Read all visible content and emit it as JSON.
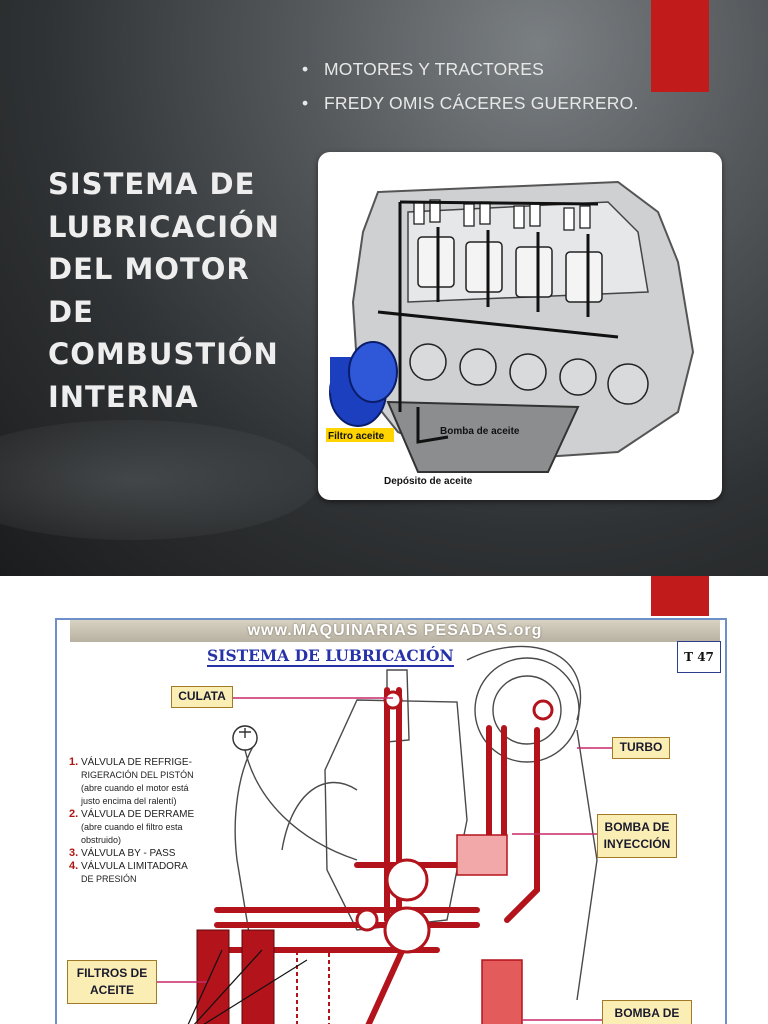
{
  "slide1": {
    "bullets": [
      "MOTORES Y TRACTORES",
      "FREDY OMIS CÁCERES GUERRERO."
    ],
    "title_lines": [
      "SISTEMA DE",
      "LUBRICACIÓN",
      "DEL MOTOR",
      "DE",
      "COMBUSTIÓN",
      "INTERNA"
    ],
    "diagram_labels": {
      "filter": "Filtro aceite",
      "pump": "Bomba de aceite",
      "tank": "Depósito de aceite"
    }
  },
  "slide2": {
    "banner": "www.MAQUINARIAS  PESADAS.org",
    "title": "SISTEMA DE LUBRICACIÓN",
    "page_code": "T 47",
    "labels": {
      "culata": "CULATA",
      "turbo": "TURBO",
      "bomba_inyeccion": "BOMBA DE INYECCIÓN",
      "filtros": "FILTROS DE ACEITE",
      "bomba": "BOMBA DE"
    },
    "notes": [
      {
        "num": "1.",
        "text": "VÁLVULA DE REFRIGE-",
        "sub": [
          "RIGERACIÓN DEL PISTÓN",
          "(abre cuando el motor está",
          "justo encima del ralentí)"
        ]
      },
      {
        "num": "2.",
        "text": "VÁLVULA DE DERRAME",
        "sub": [
          "(abre cuando el filtro esta",
          "obstruido)"
        ]
      },
      {
        "num": "3.",
        "text": "VÁLVULA BY - PASS",
        "sub": []
      },
      {
        "num": "4.",
        "text": "VÁLVULA LIMITADORA",
        "sub": [
          "DE PRESIÓN"
        ]
      }
    ],
    "marker": "1"
  },
  "colors": {
    "accent_red": "#c21b1b",
    "slide_dark": "#2f3234",
    "oil_red": "#b3131b",
    "label_bg": "#fbeeb5",
    "title_blue": "#2633a8"
  }
}
